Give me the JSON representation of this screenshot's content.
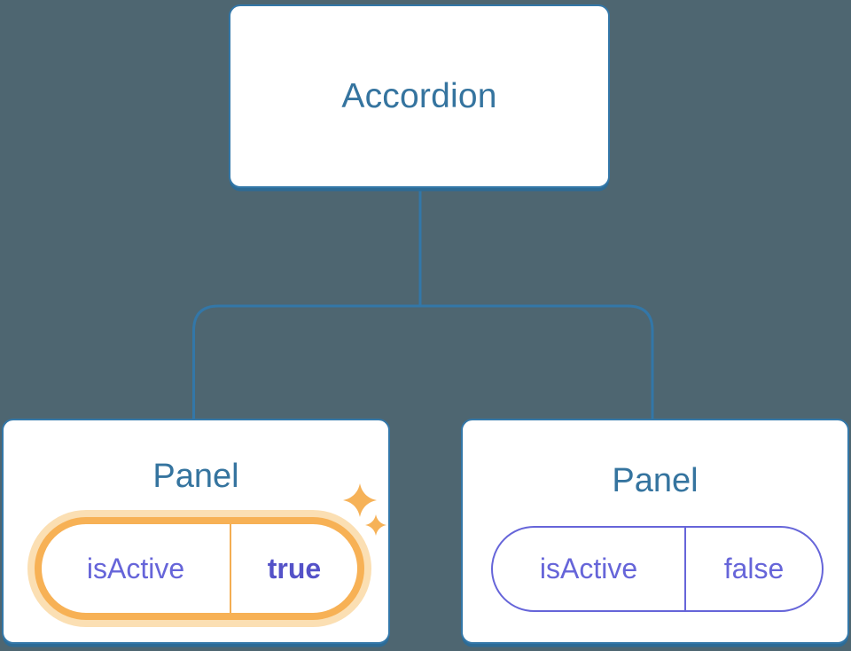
{
  "diagram": {
    "type": "component-tree",
    "root": {
      "label": "Accordion"
    },
    "panels": [
      {
        "label": "Panel",
        "state": {
          "key": "isActive",
          "value": "true"
        },
        "active": true,
        "highlight": "sparkles"
      },
      {
        "label": "Panel",
        "state": {
          "key": "isActive",
          "value": "false"
        },
        "active": false
      }
    ],
    "colors": {
      "background": "#4e6671",
      "node_border_blue": "#3377a8",
      "node_text_blue": "#35749f",
      "state_purple": "#6665d9",
      "state_active_value_purple": "#5452c8",
      "highlight_orange": "#f7b155",
      "highlight_orange_light": "#fbdfb3",
      "sparkle_orange": "#f6b258"
    }
  }
}
